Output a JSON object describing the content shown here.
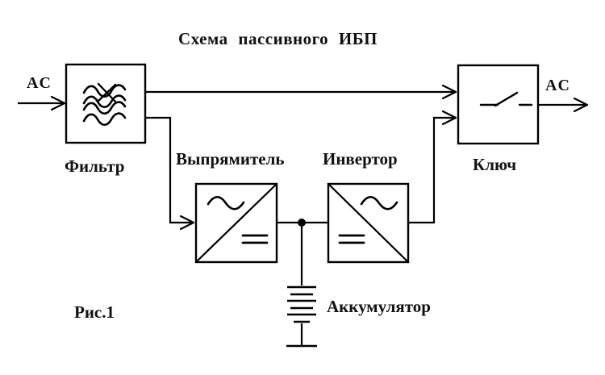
{
  "diagram": {
    "title": "Схема пассивного ИБП",
    "figure_caption": "Рис.1",
    "ac_input_label": "AC",
    "ac_output_label": "AC",
    "blocks": {
      "filter": {
        "label": "Фильтр",
        "icon": "filter-waves-icon"
      },
      "rectifier": {
        "label": "Выпрямитель",
        "icon": "ac-to-dc-converter-icon"
      },
      "inverter": {
        "label": "Инвертор",
        "icon": "dc-to-ac-converter-icon"
      },
      "switch": {
        "label": "Ключ",
        "icon": "open-switch-icon"
      },
      "battery": {
        "label": "Аккумулятор",
        "icon": "battery-cells-icon"
      }
    },
    "colors": {
      "line": "#000000",
      "background": "#ffffff",
      "text": "#111111"
    }
  }
}
